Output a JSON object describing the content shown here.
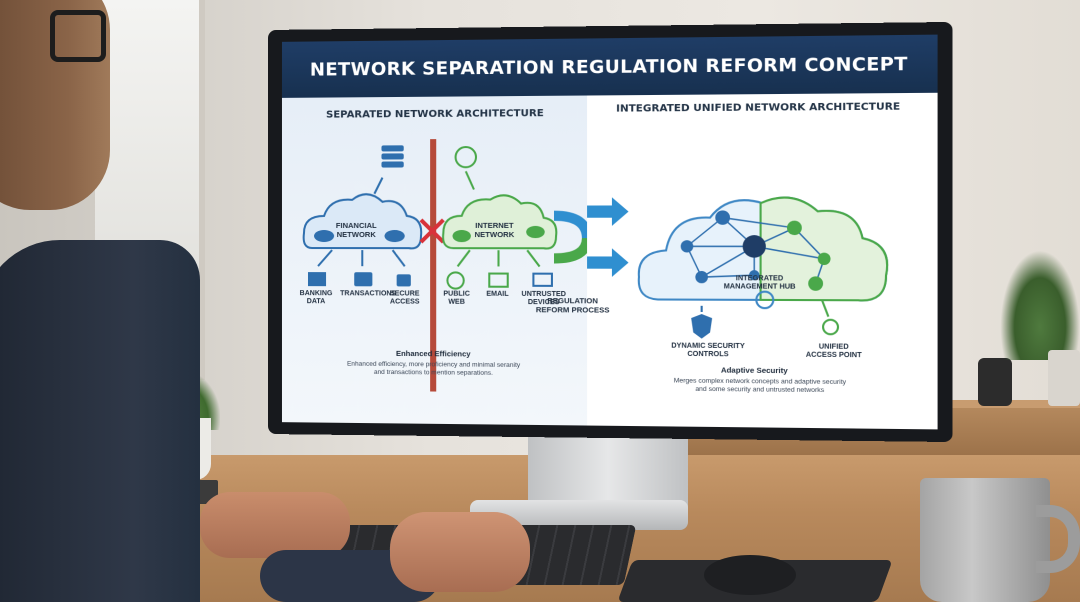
{
  "slide": {
    "title": "NETWORK SEPARATION REGULATION REFORM CONCEPT",
    "left": {
      "heading": "SEPARATED NETWORK ARCHITECTURE",
      "cloud_financial": "FINANCIAL\nNETWORK",
      "cloud_internet": "INTERNET\nNETWORK",
      "items": [
        "BANKING\nDATA",
        "TRANSACTIONS",
        "SECURE\nACCESS",
        "PUBLIC\nWEB",
        "EMAIL",
        "UNTRUSTED\nDEVICES"
      ],
      "caption_title": "Enhanced Efficiency",
      "caption_body": "Enhanced efficiency, more proficiency and minimal seranity\nand transactions to mention separations."
    },
    "middle": {
      "process_label": "REGULATION\nREFORM PROCESS"
    },
    "right": {
      "heading": "INTEGRATED UNIFIED NETWORK ARCHITECTURE",
      "hub_label": "INTEGRATED\nMANAGEMENT HUB",
      "items": [
        "DYNAMIC SECURITY\nCONTROLS",
        "UNIFIED\nACCESS POINT"
      ],
      "caption_title": "Adaptive Security",
      "caption_body": "Merges complex network concepts and adaptive security\nand some security and untrusted networks"
    }
  },
  "colors": {
    "header_navy": "#1f3d66",
    "blue": "#2f7fc0",
    "green": "#4aa84a",
    "red_x": "#d8323a"
  }
}
